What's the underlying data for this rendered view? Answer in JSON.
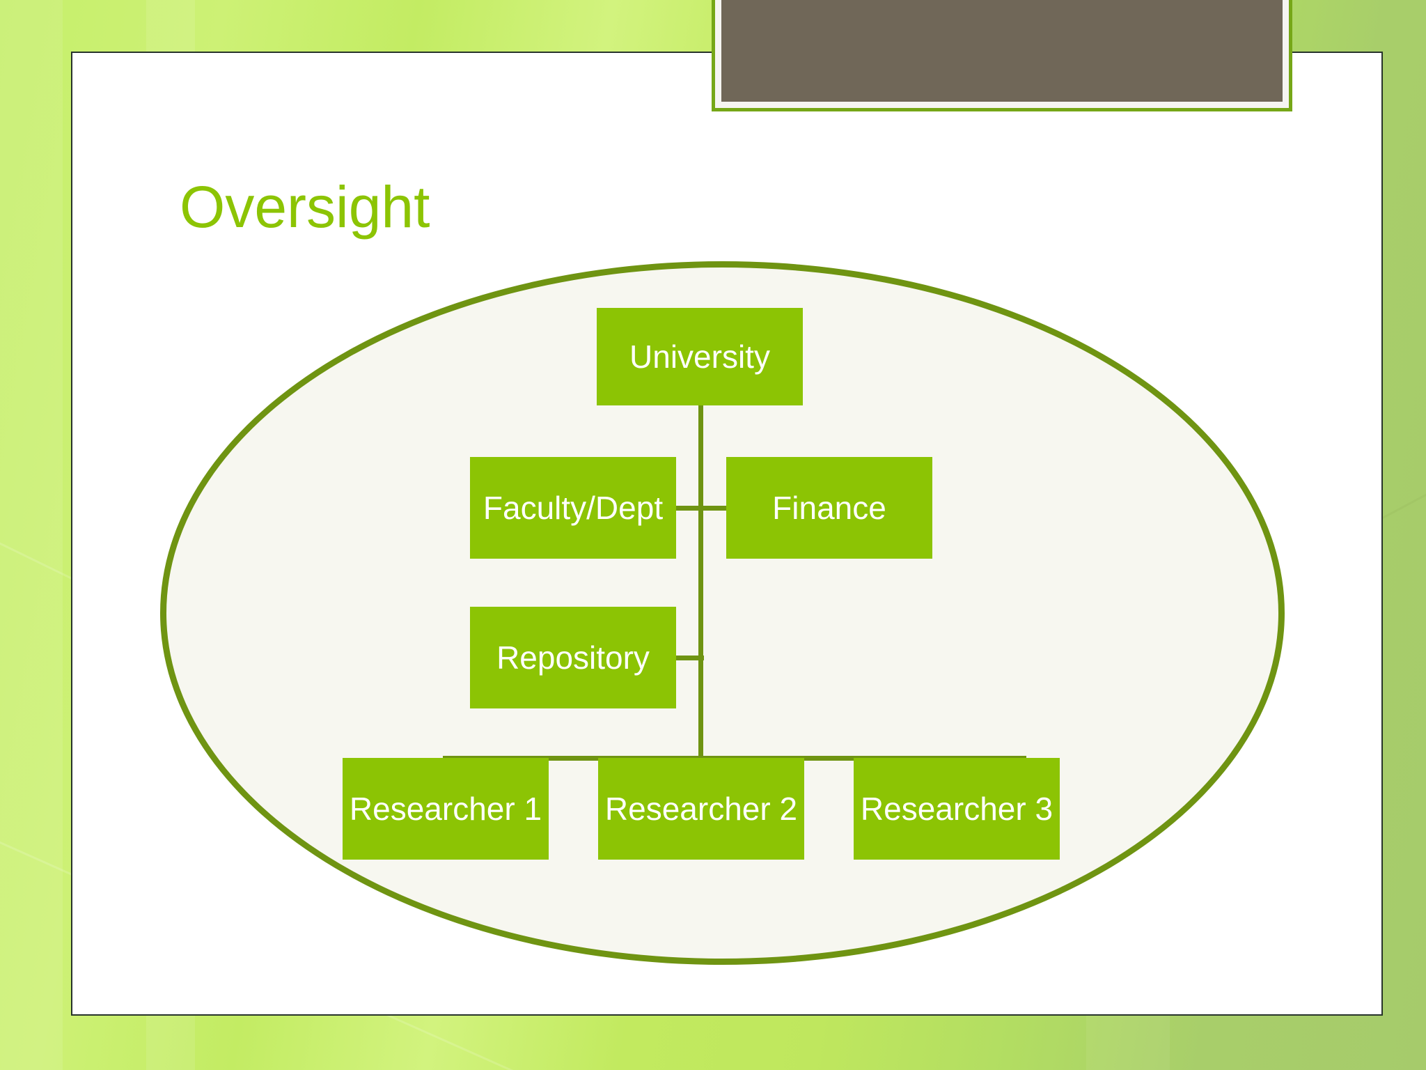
{
  "slide": {
    "title": "Oversight",
    "title_color": "#8cc404",
    "canvas_color": "#ffffff",
    "background_color": "#c2ea5f"
  },
  "banner": {
    "name": "decorative-top-banner",
    "fill_color": "#706758",
    "frame_color": "#f6f5f2",
    "border_color": "#76a717"
  },
  "diagram": {
    "type": "org-chart",
    "container_shape": "ellipse",
    "container_fill": "#f7f7f0",
    "container_border_color": "#6f9412",
    "node_fill": "#8cc404",
    "node_text_color": "#ffffff",
    "connector_color": "#6f9412",
    "nodes": [
      {
        "id": "university",
        "label": "University"
      },
      {
        "id": "faculty",
        "label": "Faculty/Dept"
      },
      {
        "id": "finance",
        "label": "Finance"
      },
      {
        "id": "repository",
        "label": "Repository"
      },
      {
        "id": "researcher-1",
        "label": "Researcher 1"
      },
      {
        "id": "researcher-2",
        "label": "Researcher 2"
      },
      {
        "id": "researcher-3",
        "label": "Researcher 3"
      }
    ],
    "edges": [
      {
        "from": "university",
        "to": "faculty"
      },
      {
        "from": "faculty",
        "to": "finance"
      },
      {
        "from": "university",
        "to": "repository"
      },
      {
        "from": "university",
        "to": "researcher-1"
      },
      {
        "from": "university",
        "to": "researcher-2"
      },
      {
        "from": "university",
        "to": "researcher-3"
      }
    ]
  }
}
